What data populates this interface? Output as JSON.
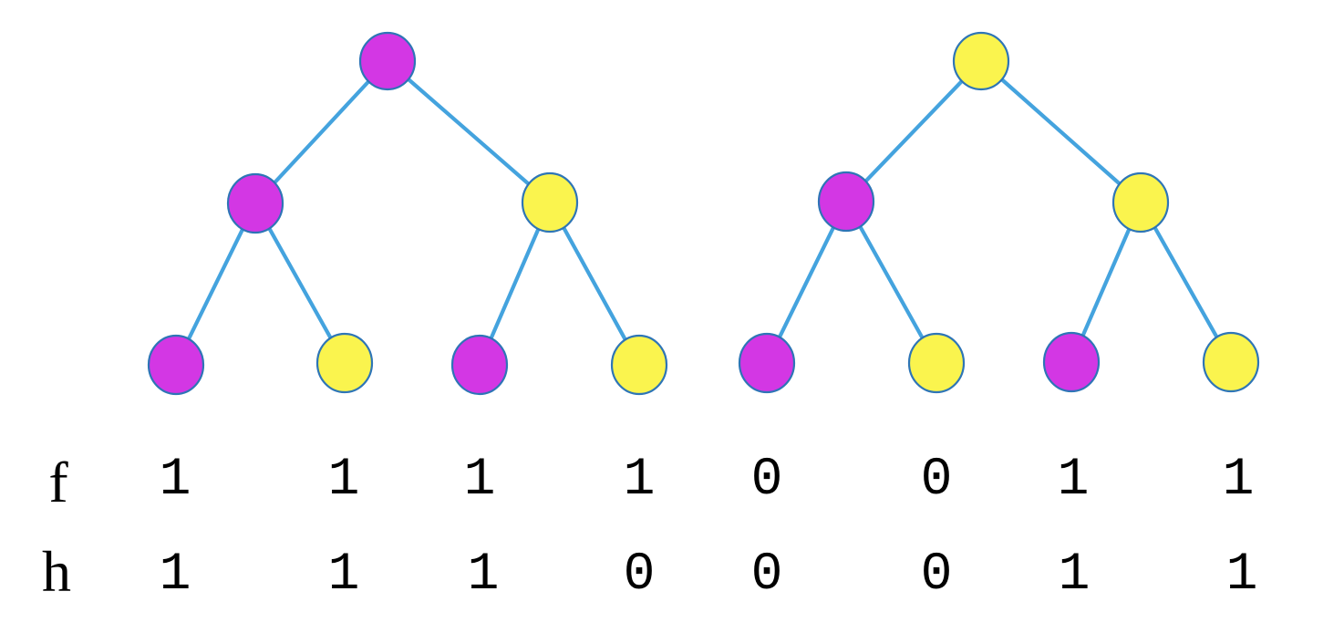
{
  "colors": {
    "magenta": "#d337e4",
    "yellow": "#faf44e",
    "edge": "#44a3de",
    "node_border": "#2e75b6",
    "text": "#000000"
  },
  "trees": {
    "left": {
      "name": "left-binary-tree",
      "nodes": {
        "root": {
          "color": "magenta",
          "fill": "#d337e4"
        },
        "l": {
          "color": "magenta",
          "fill": "#d337e4"
        },
        "r": {
          "color": "yellow",
          "fill": "#faf44e"
        },
        "ll": {
          "color": "magenta",
          "fill": "#d337e4"
        },
        "lr": {
          "color": "yellow",
          "fill": "#faf44e"
        },
        "rl": {
          "color": "magenta",
          "fill": "#d337e4"
        },
        "rr": {
          "color": "yellow",
          "fill": "#faf44e"
        }
      },
      "edges": [
        "root-l",
        "root-r",
        "l-ll",
        "l-lr",
        "r-rl",
        "r-rr"
      ]
    },
    "right": {
      "name": "right-binary-tree",
      "nodes": {
        "root": {
          "color": "yellow",
          "fill": "#faf44e"
        },
        "l": {
          "color": "magenta",
          "fill": "#d337e4"
        },
        "r": {
          "color": "yellow",
          "fill": "#faf44e"
        },
        "ll": {
          "color": "magenta",
          "fill": "#d337e4"
        },
        "lr": {
          "color": "yellow",
          "fill": "#faf44e"
        },
        "rl": {
          "color": "magenta",
          "fill": "#d337e4"
        },
        "rr": {
          "color": "yellow",
          "fill": "#faf44e"
        }
      },
      "edges": [
        "root-l",
        "root-r",
        "l-ll",
        "l-lr",
        "r-rl",
        "r-rr"
      ]
    }
  },
  "rows": {
    "f": {
      "label": "f",
      "values": [
        "1",
        "1",
        "1",
        "1",
        "0",
        "0",
        "1",
        "1"
      ]
    },
    "h": {
      "label": "h",
      "values": [
        "1",
        "1",
        "1",
        "0",
        "0",
        "0",
        "1",
        "1"
      ]
    }
  }
}
